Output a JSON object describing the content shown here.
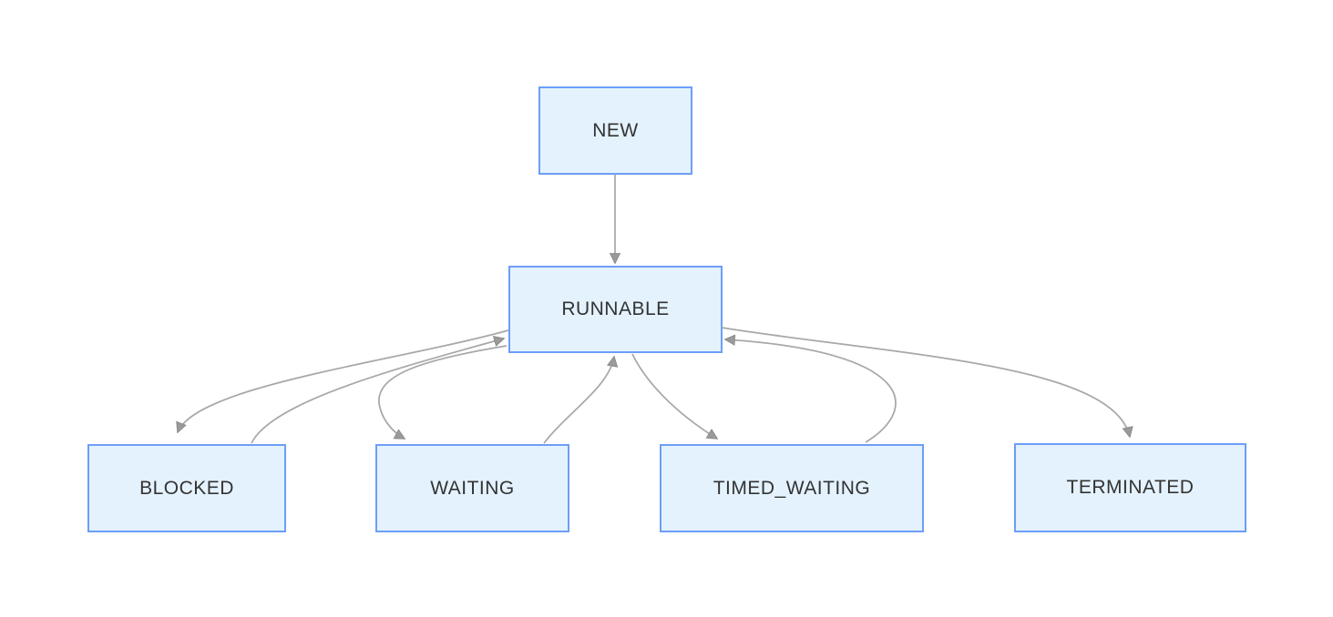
{
  "diagram": {
    "type": "thread-state-diagram",
    "background_color": "#ffffff",
    "node_fill_color": "#e4f2fd",
    "node_border_color": "#6d9ef7",
    "node_text_color": "#333333",
    "edge_line_color": "#a8a8a8",
    "arrowhead_color": "#9a9a9a",
    "nodes": [
      {
        "id": "new",
        "label": "NEW"
      },
      {
        "id": "runnable",
        "label": "RUNNABLE"
      },
      {
        "id": "blocked",
        "label": "BLOCKED"
      },
      {
        "id": "waiting",
        "label": "WAITING"
      },
      {
        "id": "timed_waiting",
        "label": "TIMED_WAITING"
      },
      {
        "id": "terminated",
        "label": "TERMINATED"
      }
    ],
    "edges": [
      {
        "from": "NEW",
        "to": "RUNNABLE"
      },
      {
        "from": "RUNNABLE",
        "to": "BLOCKED"
      },
      {
        "from": "BLOCKED",
        "to": "RUNNABLE"
      },
      {
        "from": "RUNNABLE",
        "to": "WAITING"
      },
      {
        "from": "WAITING",
        "to": "RUNNABLE"
      },
      {
        "from": "RUNNABLE",
        "to": "TIMED_WAITING"
      },
      {
        "from": "TIMED_WAITING",
        "to": "RUNNABLE"
      },
      {
        "from": "RUNNABLE",
        "to": "TERMINATED"
      }
    ]
  }
}
